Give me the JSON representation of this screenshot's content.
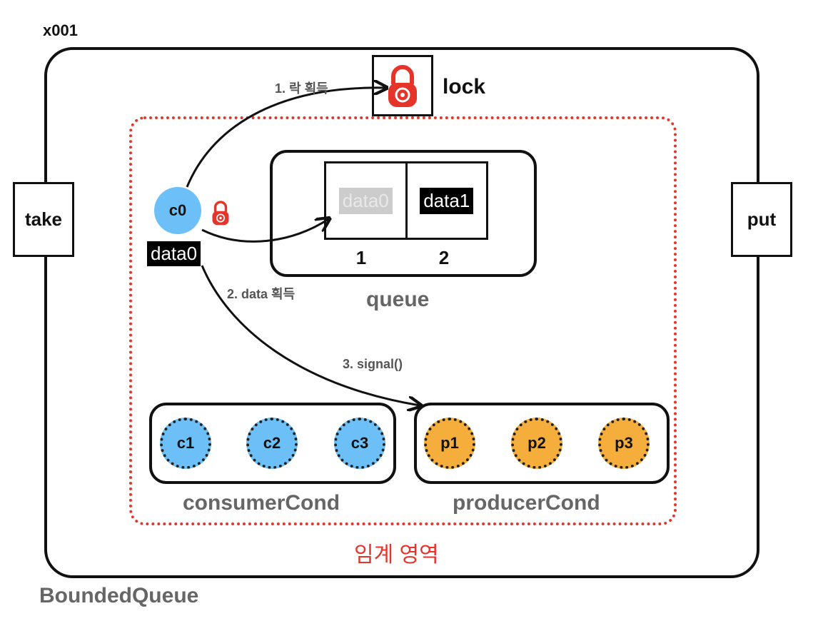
{
  "address": "x001",
  "methods": {
    "take": "take",
    "put": "put"
  },
  "lock": {
    "label": "lock"
  },
  "queue": {
    "label": "queue",
    "slots": [
      {
        "data": "data0",
        "index": "1"
      },
      {
        "data": "data1",
        "index": "2"
      }
    ]
  },
  "thread": {
    "name": "c0",
    "held_data": "data0"
  },
  "steps": {
    "step1": "1. 락 획득",
    "step2": "2. data 획득",
    "step3": "3. signal()"
  },
  "consumer_cond": {
    "label": "consumerCond",
    "threads": [
      "c1",
      "c2",
      "c3"
    ]
  },
  "producer_cond": {
    "label": "producerCond",
    "threads": [
      "p1",
      "p2",
      "p3"
    ]
  },
  "critical_section_label": "임계 영역",
  "container_label": "BoundedQueue",
  "colors": {
    "lock_red": "#e5352b",
    "consumer_blue": "#6cc0f7",
    "producer_orange": "#f5ae3c",
    "critical_border": "#e5352b"
  }
}
